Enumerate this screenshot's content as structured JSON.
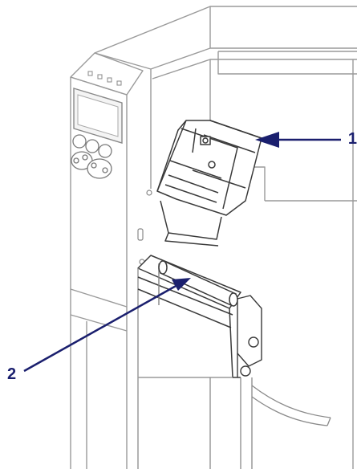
{
  "callouts": [
    {
      "label": "1",
      "target": "printhead-assembly"
    },
    {
      "label": "2",
      "target": "platen-roller"
    }
  ],
  "colors": {
    "outline": "#7a7a7a",
    "outline_light": "#a8a8a8",
    "body_fill": "#ffffff",
    "accent": "#1a1f6e"
  }
}
